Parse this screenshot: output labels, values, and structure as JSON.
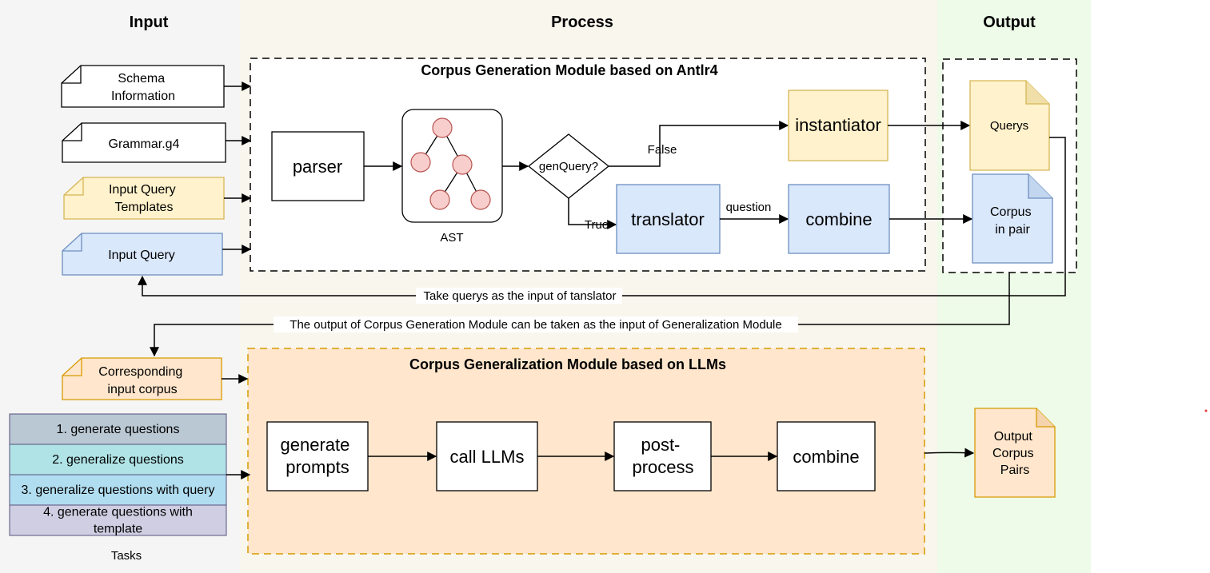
{
  "columns": {
    "input": "Input",
    "process": "Process",
    "output": "Output"
  },
  "colors": {
    "input_bg": "#f5f5f5",
    "process_bg": "#f9f6ee",
    "output_bg": "#eefbe9",
    "yellow_fill": "#fff2cc",
    "yellow_stroke": "#d6b656",
    "blue_fill": "#dae8fc",
    "blue_stroke": "#6c8ebf",
    "orange_fill": "#ffe6cc",
    "orange_stroke": "#d79b00",
    "node_fill": "#f8cecc",
    "node_stroke": "#b85450"
  },
  "inputs": {
    "schema": [
      "Schema",
      "Information"
    ],
    "grammar": "Grammar.g4",
    "templates": [
      "Input Query",
      "Templates"
    ],
    "query": "Input Query",
    "corpus": [
      "Corresponding",
      "input corpus"
    ]
  },
  "tasks": {
    "items": [
      {
        "label": [
          "1. generate questions"
        ],
        "color": "#bac8d3"
      },
      {
        "label": [
          "2. generalize questions"
        ],
        "color": "#b0e3e6"
      },
      {
        "label": [
          "3. generalize questions with query"
        ],
        "color": "#b1ddf0"
      },
      {
        "label": [
          "4. generate questions with",
          "template"
        ],
        "color": "#d0cee2"
      }
    ],
    "caption": "Tasks"
  },
  "module1": {
    "title": "Corpus Generation Module based on Antlr4",
    "parser": "parser",
    "ast_label": "AST",
    "decision": "genQuery?",
    "false_label": "False",
    "true_label": "True",
    "instantiator": "instantiator",
    "translator": "translator",
    "question_label": "question",
    "combine": "combine"
  },
  "module2": {
    "title": "Corpus Generalization Module based on LLMs",
    "steps": [
      [
        "generate",
        "prompts"
      ],
      [
        "call LLMs"
      ],
      [
        "post-",
        "process"
      ],
      [
        "combine"
      ]
    ]
  },
  "outputs": {
    "querys": "Querys",
    "corpus_pair": [
      "Corpus",
      "in pair"
    ],
    "final": [
      "Output",
      "Corpus",
      "Pairs"
    ]
  },
  "feedback": {
    "querys_to_input": "Take querys as the input of tanslator",
    "generation_to_generalization": "The output of Corpus Generation Module can be taken as the input of Generalization Module"
  }
}
